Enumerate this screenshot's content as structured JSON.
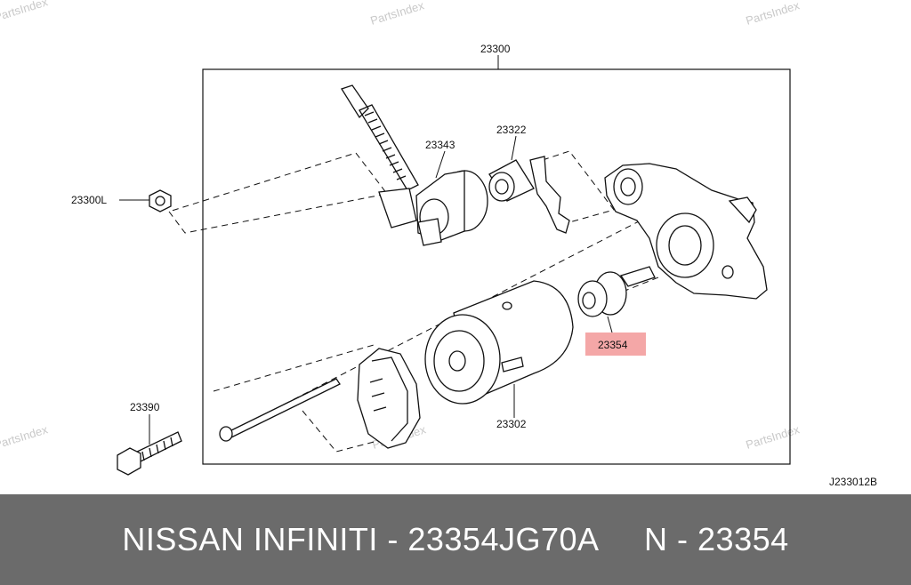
{
  "diagram": {
    "callouts": {
      "assembly": "23300",
      "solenoid": "23343",
      "lever": "23322",
      "nut": "23300L",
      "pinion": "23354",
      "yoke": "23302",
      "bolt": "23390"
    },
    "figure_code": "J233012B",
    "watermark": "PartsIndex",
    "highlight_color": "#f4a7a7"
  },
  "footer": {
    "text": "NISSAN INFINITI - 23354JG70A     N - 23354",
    "background": "#6b6b6b"
  }
}
